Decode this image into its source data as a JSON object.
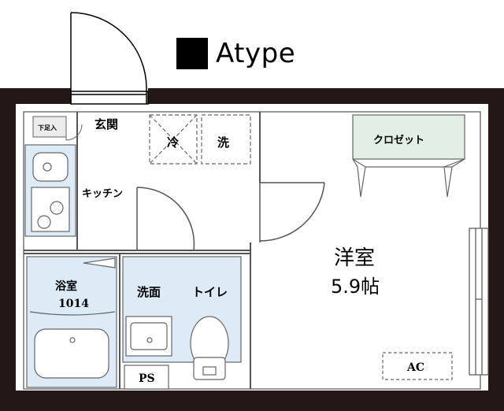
{
  "header": {
    "title": "Atype"
  },
  "rooms": {
    "entrance": "玄関",
    "shoe_box": "下足入",
    "fridge": "冷",
    "washer": "洗",
    "kitchen": "キッチン",
    "closet": "クロゼット",
    "western_room_name": "洋室",
    "western_room_size": "5.9帖",
    "bath_name": "浴室",
    "bath_size": "1014",
    "washroom": "洗面",
    "toilet": "トイレ",
    "pipe_space": "PS",
    "aircon": "AC"
  },
  "colors": {
    "wall": "#231815",
    "wet_area": "#dcebf6",
    "closet_fill": "#e3efe4"
  }
}
